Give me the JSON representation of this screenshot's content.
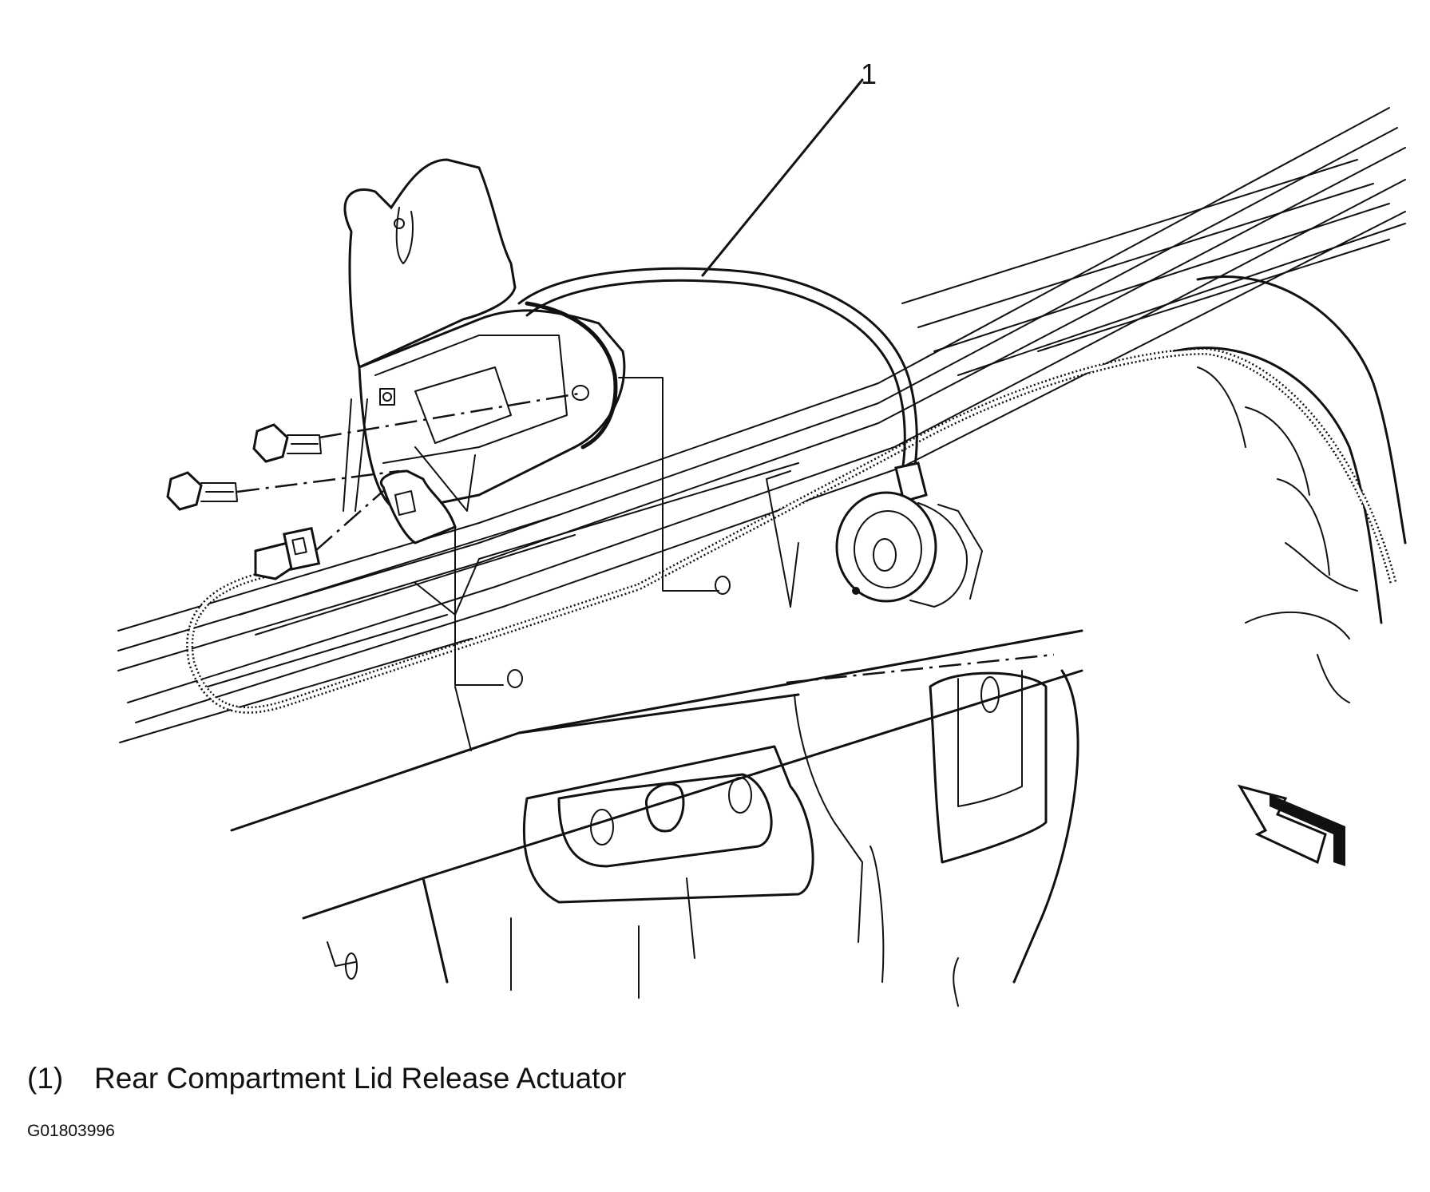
{
  "diagram": {
    "callout_number": "1",
    "legend": {
      "number": "(1)",
      "label": "Rear Compartment Lid Release Actuator"
    },
    "figure_id": "G01803996"
  }
}
